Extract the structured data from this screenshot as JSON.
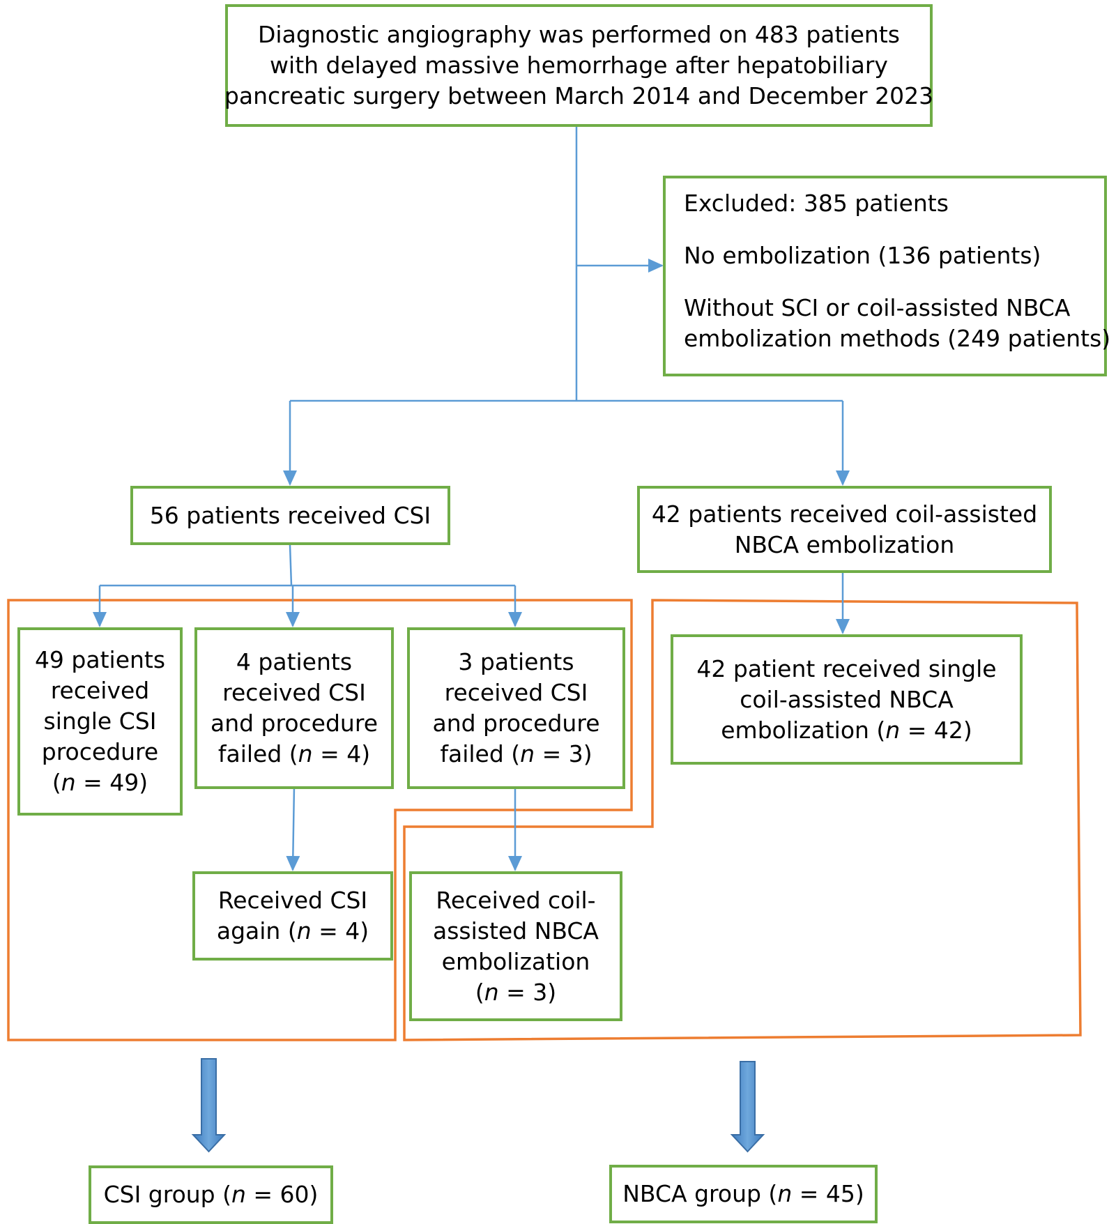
{
  "colors": {
    "box_border": "#70ad47",
    "connector": "#5b9bd5",
    "group_outline": "#ed7d31",
    "big_arrow": "#5b9bd5"
  },
  "top_box": {
    "lines": [
      "Diagnostic angiography was performed on 483 patients",
      "with delayed massive hemorrhage after hepatobiliary",
      "pancreatic surgery between March 2014 and December 2023"
    ]
  },
  "excluded_box": {
    "title": "Excluded: 385 patients",
    "item1": "No embolization (136 patients)",
    "item2_line1": "Without SCI or coil-assisted NBCA",
    "item2_line2": "embolization methods (249 patients)"
  },
  "csi_box": {
    "label": "56 patients received CSI"
  },
  "nbca_box": {
    "line1": "42 patients received coil-assisted",
    "line2": "NBCA embolization"
  },
  "single_csi_box": {
    "line1": "49 patients",
    "line2": "received",
    "line3": "single CSI",
    "line4": "procedure",
    "n_prefix": "(",
    "n_var": "n",
    "n_suffix": " = 49)"
  },
  "csi_failed_box": {
    "line1": "4 patients",
    "line2": "received CSI",
    "line3": "and procedure",
    "n_prefix": "failed (",
    "n_var": "n",
    "n_suffix": " = 4)"
  },
  "csi_failed3_box": {
    "line1": "3 patients",
    "line2": "received CSI",
    "line3": "and procedure",
    "n_prefix": "failed (",
    "n_var": "n",
    "n_suffix": " = 3)"
  },
  "single_nbca_box": {
    "line1": "42 patient received single",
    "line2": "coil-assisted NBCA",
    "n_prefix": "embolization (",
    "n_var": "n",
    "n_suffix": " = 42)"
  },
  "csi_again_box": {
    "line1": "Received CSI",
    "n_prefix": "again (",
    "n_var": "n",
    "n_suffix": " = 4)"
  },
  "nbca_after_box": {
    "line1": "Received coil-",
    "line2": "assisted NBCA",
    "line3": "embolization",
    "n_prefix": "(",
    "n_var": "n",
    "n_suffix": " = 3)"
  },
  "csi_group_box": {
    "n_prefix": "CSI group (",
    "n_var": "n",
    "n_suffix": " = 60)"
  },
  "nbca_group_box": {
    "n_prefix": "NBCA group (",
    "n_var": "n",
    "n_suffix": " = 45)"
  }
}
